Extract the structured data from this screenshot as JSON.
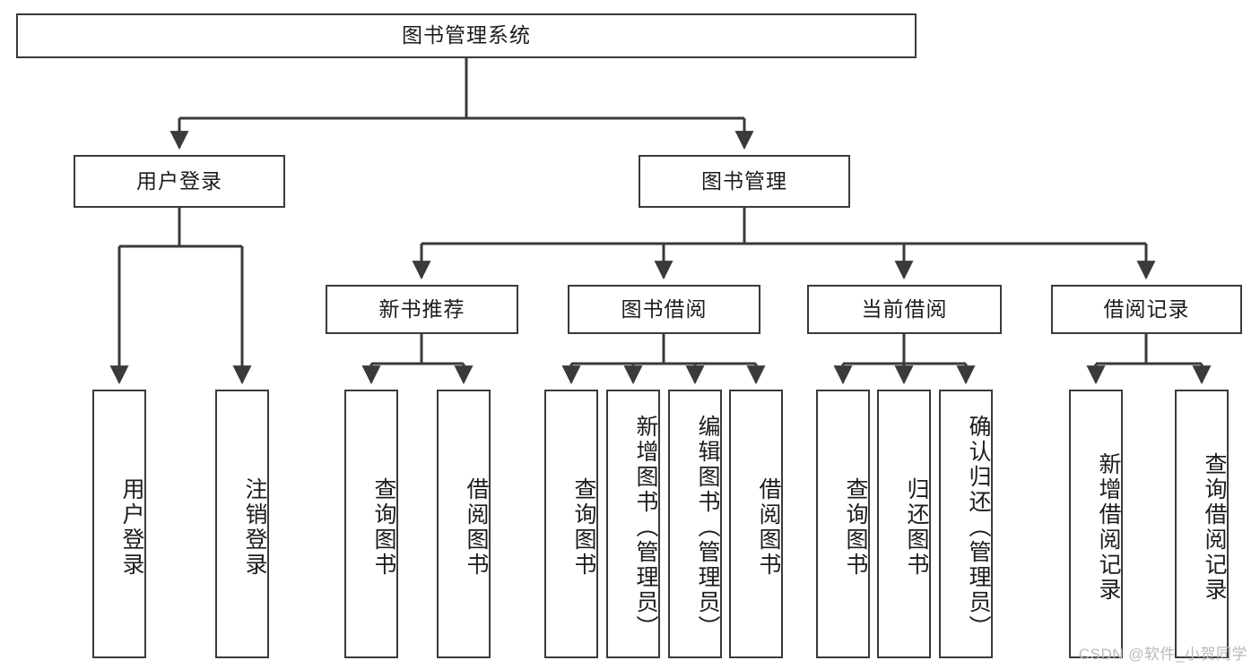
{
  "diagram": {
    "title": "图书管理系统",
    "type": "tree",
    "watermark": "CSDN @软件_小贺同学",
    "colors": {
      "box_border": "#3a3a3a",
      "box_fill": "#ffffff",
      "connector": "#3a3a3a",
      "text": "#1c1c1c",
      "watermark": "#b9b9b9"
    },
    "root": {
      "label": "图书管理系统"
    },
    "level2": [
      {
        "label": "用户登录"
      },
      {
        "label": "图书管理"
      }
    ],
    "level3": [
      {
        "label": "新书推荐"
      },
      {
        "label": "图书借阅"
      },
      {
        "label": "当前借阅"
      },
      {
        "label": "借阅记录"
      }
    ],
    "leaves": {
      "user_login": [
        {
          "label": "用户登录"
        },
        {
          "label": "注销登录"
        }
      ],
      "new_book_recommend": [
        {
          "label": "查询图书"
        },
        {
          "label": "借阅图书"
        }
      ],
      "book_borrow": [
        {
          "label": "查询图书"
        },
        {
          "label": "新增图书（管理员）"
        },
        {
          "label": "编辑图书（管理员）"
        },
        {
          "label": "借阅图书"
        }
      ],
      "current_borrow": [
        {
          "label": "查询图书"
        },
        {
          "label": "归还图书"
        },
        {
          "label": "确认归还（管理员）"
        }
      ],
      "borrow_record": [
        {
          "label": "新增借阅记录"
        },
        {
          "label": "查询借阅记录"
        }
      ]
    }
  }
}
